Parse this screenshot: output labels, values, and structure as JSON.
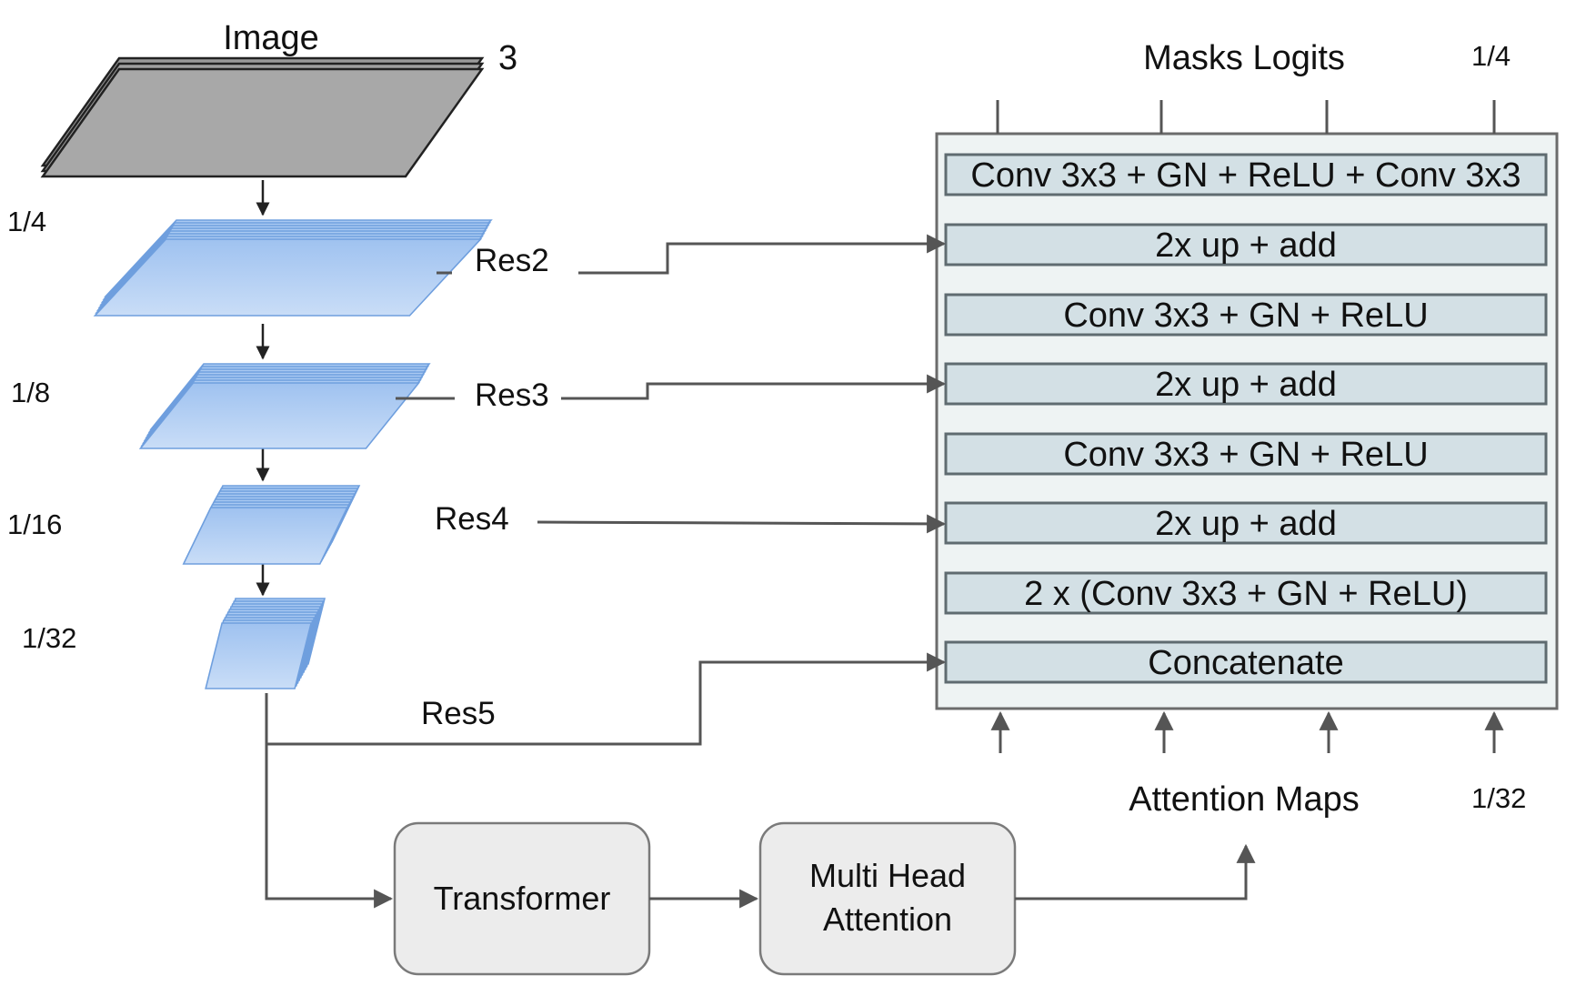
{
  "image_input": {
    "title": "Image",
    "channels": "3"
  },
  "scales": [
    "1/4",
    "1/8",
    "1/16",
    "1/32"
  ],
  "backbone_outputs": [
    "Res2",
    "Res3",
    "Res4",
    "Res5"
  ],
  "decoder": {
    "top_label": "Masks Logits",
    "top_scale": "1/4",
    "bottom_label": "Attention Maps",
    "bottom_scale": "1/32",
    "blocks": [
      "Conv 3x3 + GN + ReLU + Conv 3x3",
      "2x up + add",
      "Conv 3x3 + GN + ReLU",
      "2x up + add",
      "Conv 3x3 + GN + ReLU",
      "2x up + add",
      "2 x (Conv 3x3 + GN + ReLU)",
      "Concatenate"
    ]
  },
  "modules": {
    "transformer": "Transformer",
    "mha_line1": "Multi Head",
    "mha_line2": "Attention"
  },
  "colors": {
    "input_layer": "#a8a8a8",
    "feature_layer": "#a9c9f2",
    "feature_edge": "#6f9fde",
    "decoder_block": "#d3e0e5",
    "module_box": "#ececec"
  }
}
